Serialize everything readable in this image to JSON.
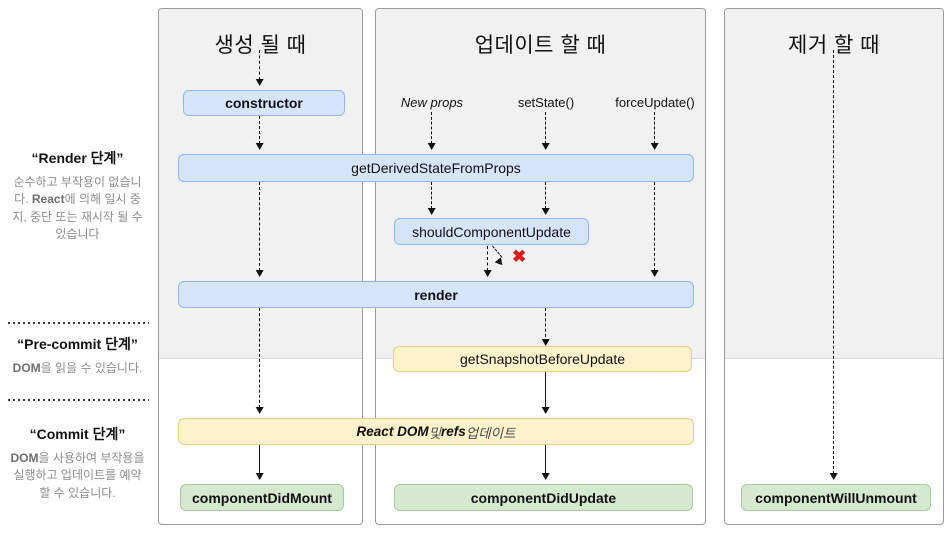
{
  "colors": {
    "blue-fill": "#d7e5fc",
    "blue-border": "#92b6f0",
    "yellow-fill": "#fdf2cc",
    "yellow-border": "#eccf87",
    "green-fill": "#d5e8d0",
    "green-border": "#a6c99b",
    "panel-border": "#9a9a9a",
    "phase-bg": "#f1f1f2",
    "muted-text": "#8d8d8d",
    "x-red": "#db1d1d"
  },
  "columns": {
    "mount": {
      "title": "생성 될 때"
    },
    "update": {
      "title": "업데이트 할 때",
      "triggers": {
        "new_props": "New props",
        "set_state": "setState()",
        "force_update": "forceUpdate()"
      }
    },
    "unmount": {
      "title": "제거 할 때"
    }
  },
  "phases": {
    "render": {
      "title": "“Render 단계”",
      "body": [
        {
          "t": "순수하고 부작용이 없습니다. "
        },
        {
          "t": "React",
          "b": true
        },
        {
          "t": "에 의해 일시 중지, 중단 또는 재시작 될 수 있습니다"
        }
      ]
    },
    "pre_commit": {
      "title": "“Pre-commit 단계”",
      "body": [
        {
          "t": "DOM",
          "b": true
        },
        {
          "t": "을 읽을 수 있습니다."
        }
      ]
    },
    "commit": {
      "title": "“Commit 단계”",
      "body": [
        {
          "t": "DOM",
          "b": true
        },
        {
          "t": "을 사용하여 부작용을 실행하고 업데이트를 예약 할 수 있습니다."
        }
      ]
    }
  },
  "methods": {
    "constructor": "constructor",
    "get_derived_state_from_props": "getDerivedStateFromProps",
    "should_component_update": "shouldComponentUpdate",
    "render": "render",
    "get_snapshot_before_update": "getSnapshotBeforeUpdate",
    "component_did_mount": "componentDidMount",
    "component_did_update": "componentDidUpdate",
    "component_will_unmount": "componentWillUnmount"
  },
  "annotations": {
    "react_dom_update": [
      {
        "t": "React DOM ",
        "b": true
      },
      {
        "t": "및 "
      },
      {
        "t": "refs ",
        "b": true
      },
      {
        "t": "업데이트"
      }
    ],
    "skip_x": "✖"
  }
}
